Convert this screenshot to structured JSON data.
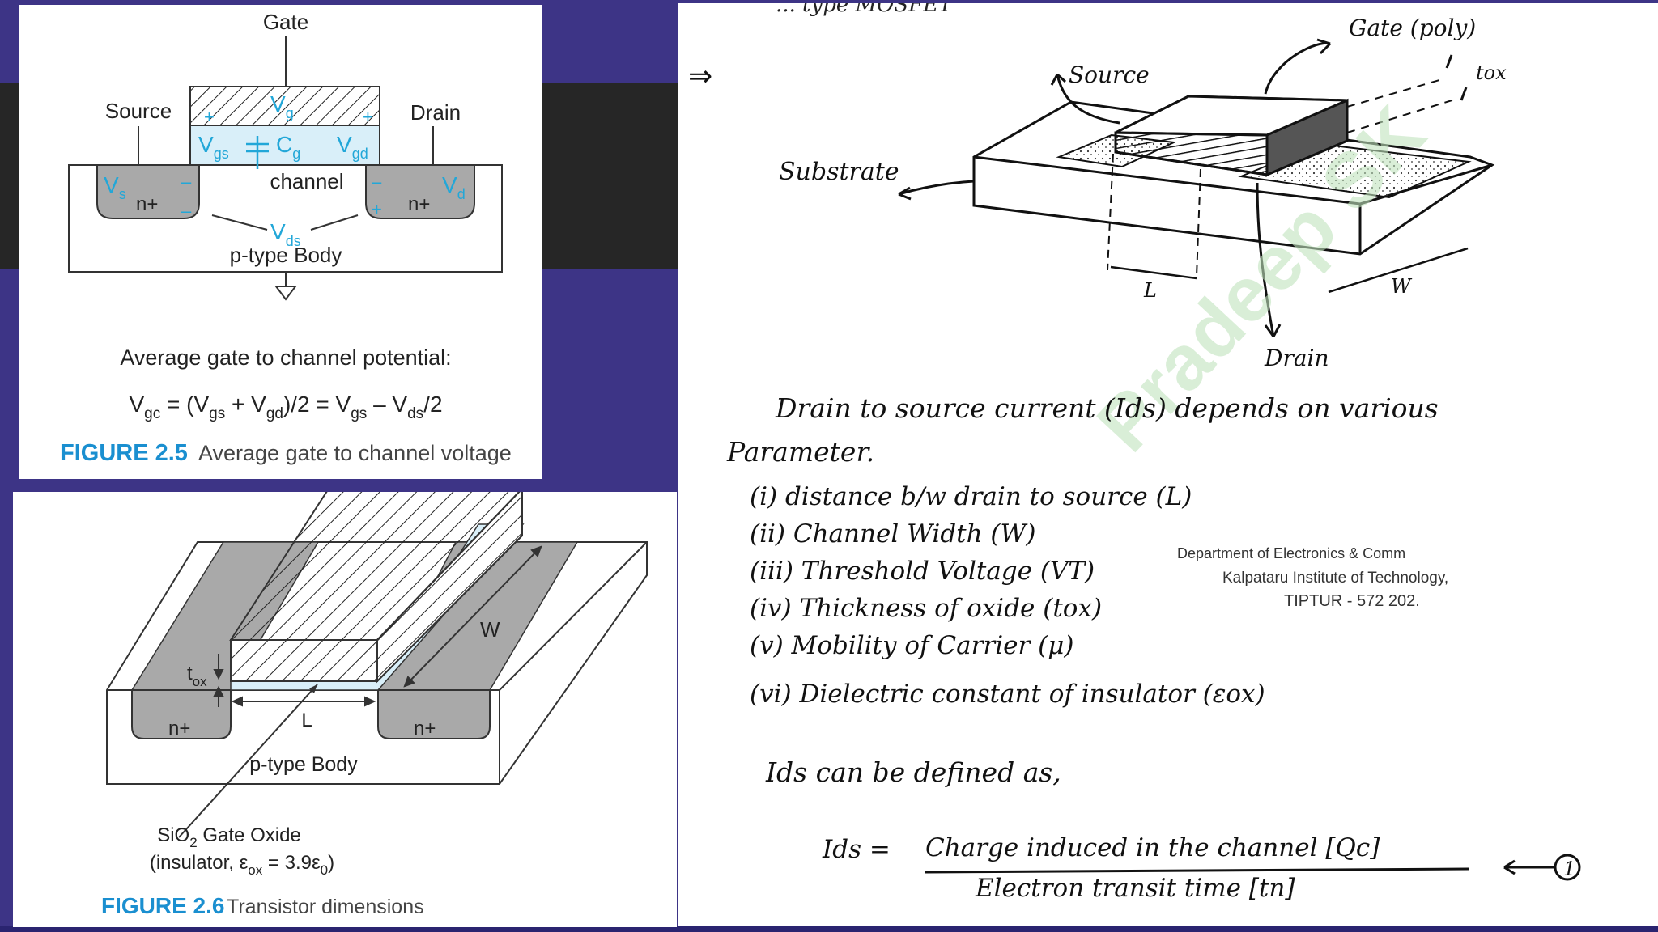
{
  "figure_2_5": {
    "labels": {
      "gate": "Gate",
      "source": "Source",
      "drain": "Drain",
      "vg": "V",
      "vg_sub": "g",
      "vgs": "V",
      "vgs_sub": "gs",
      "cg": "C",
      "cg_sub": "g",
      "vgd": "V",
      "vgd_sub": "gd",
      "vs": "V",
      "vs_sub": "s",
      "vd": "V",
      "vd_sub": "d",
      "vds": "V",
      "vds_sub": "ds",
      "channel": "channel",
      "n_plus_left": "n+",
      "n_plus_right": "n+",
      "body": "p-type Body"
    },
    "avg_text": "Average gate to channel potential:",
    "formula": {
      "v1": "V",
      "s1": "gc",
      "p1": " = (V",
      "s2": "gs",
      "p2": " + V",
      "s3": "gd",
      "p3": ")/2 = V",
      "s4": "gs",
      "p4": " – V",
      "s5": "ds",
      "p5": "/2"
    },
    "caption_num": "FIGURE 2.5",
    "caption_text": "Average gate to channel voltage"
  },
  "figure_2_6": {
    "labels": {
      "tox": "t",
      "tox_sub": "ox",
      "w": "W",
      "l": "L",
      "n_plus_left": "n+",
      "n_plus_right": "n+",
      "body": "p-type Body",
      "oxide_line1_a": "SiO",
      "oxide_line1_sub": "2",
      "oxide_line1_b": " Gate Oxide",
      "oxide_line2_a": "(insulator, ε",
      "oxide_line2_sub": "ox",
      "oxide_line2_b": " = 3.9ε",
      "oxide_line2_sub2": "0",
      "oxide_line2_c": ")"
    },
    "caption_num": "FIGURE 2.6",
    "caption_text": "Transistor dimensions"
  },
  "notes": {
    "arrow": "⇒",
    "top_fragment": "... type MOSFET",
    "sketch_labels": {
      "gate": "Gate (poly)",
      "source": "Source",
      "tox": "tox",
      "substrate": "Substrate",
      "drain": "Drain",
      "l": "L",
      "w": "W"
    },
    "watermark": "Pradeep SK",
    "para_line1": "Drain to source current (Ids) depends on various",
    "para_line2": "Parameter.",
    "list": [
      "(i) distance b/w drain to source (L)",
      "(ii) Channel Width (W)",
      "(iii) Threshold Voltage (VT)",
      "(iv) Thickness of oxide (tox)",
      "(v) Mobility of Carrier (μ)",
      "(vi) Dielectric constant of insulator (εox)"
    ],
    "stamp": {
      "line1": "Department of Electronics & Comm",
      "line2": "Kalpataru Institute of Technology,",
      "line3": "TIPTUR - 572 202."
    },
    "ids_intro": "Ids can be defined as,",
    "ids_lhs": "Ids =",
    "numerator": "Charge induced in the channel [Qc]",
    "denominator": "Electron transit time [tn]",
    "eq_num": "1"
  },
  "colors": {
    "background": "#3d3486",
    "caption_blue": "#1a8fd0",
    "label_cyan": "#22a7d8",
    "oxide_fill": "#d9eff9",
    "diffusion_gray": "#a9a9a9",
    "ink": "#151515",
    "watermark": "#bfe3bc"
  }
}
